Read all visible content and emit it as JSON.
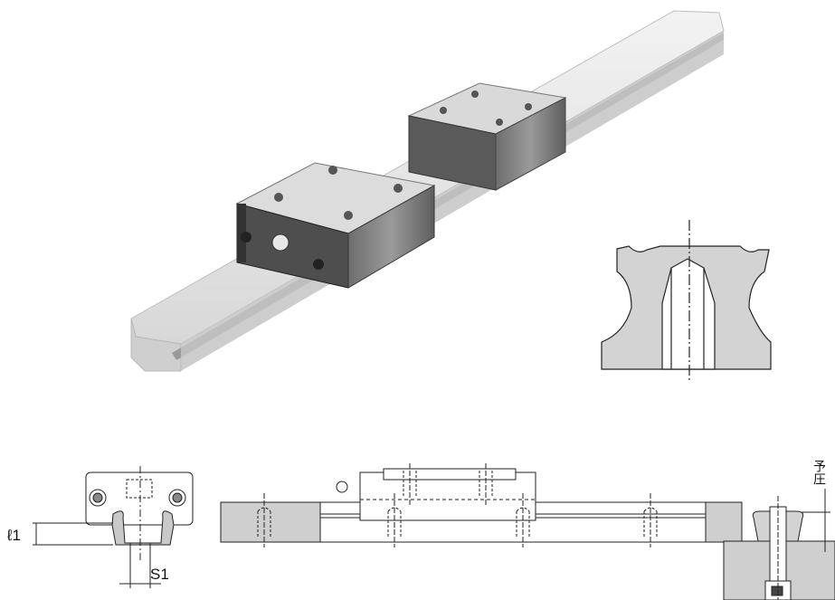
{
  "labels": {
    "l1": "ℓ1",
    "s1": "S1",
    "preload": "予圧"
  },
  "colors": {
    "section_fill": "#cfcfcf",
    "rail_fill": "#d9d9d9",
    "line": "#222222",
    "photo_rail": "#e6e6e6",
    "photo_block": "#8a8a8a"
  }
}
